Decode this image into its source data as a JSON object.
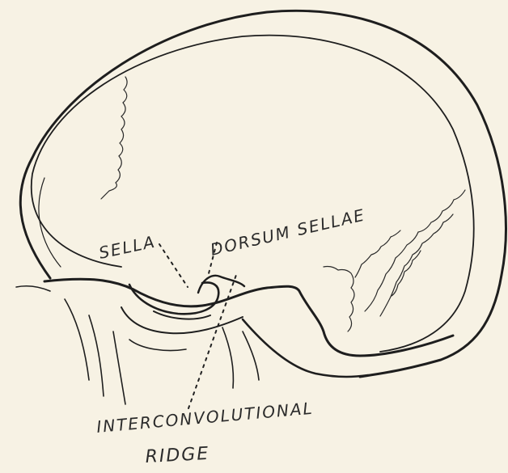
{
  "labels": {
    "sella": "SELLA",
    "dorsum_sellae": "DORSUM SELLAE",
    "interconvolutional_ridge_line1": "INTERCONVOLUTIONAL",
    "interconvolutional_ridge_line2": "RIDGE"
  },
  "colors": {
    "background": "#f7f2e4",
    "ink": "#1e1e1e"
  }
}
